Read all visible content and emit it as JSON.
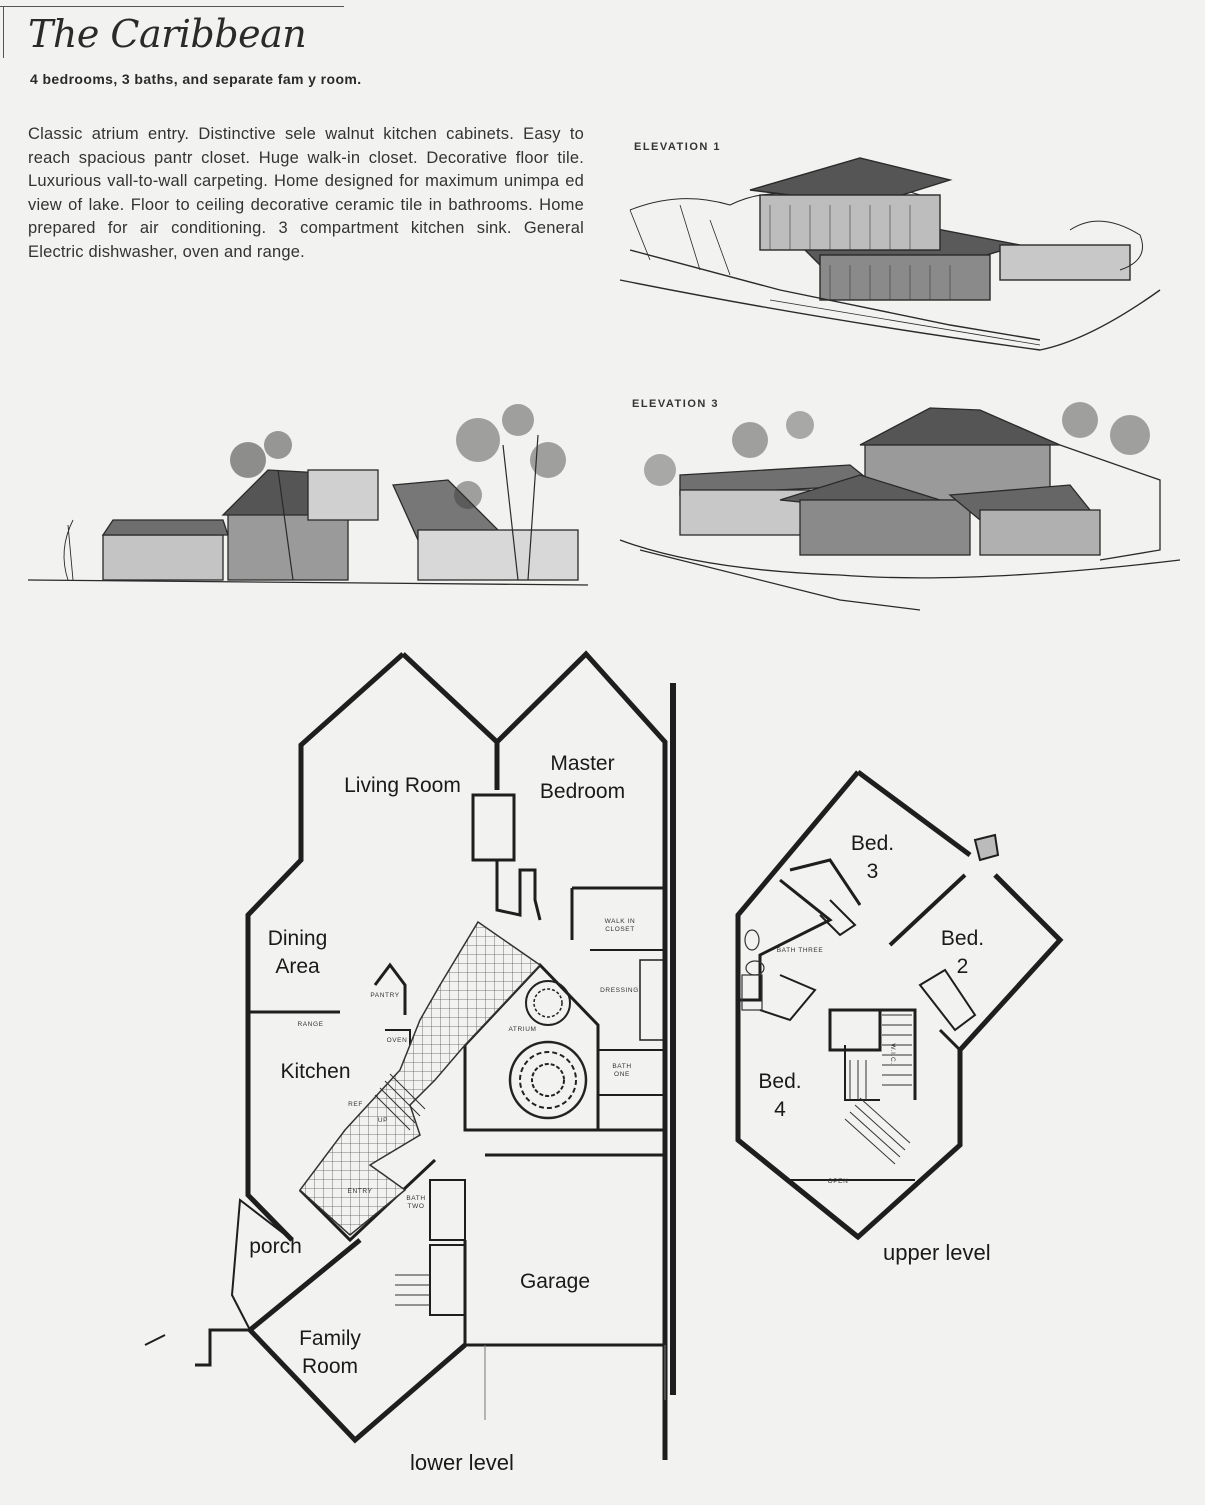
{
  "header": {
    "title": "The Caribbean",
    "subtitle": "4 bedrooms, 3 baths, and separate fam y room."
  },
  "description": "Classic atrium entry. Distinctive sele walnut kitchen cabinets. Easy to reach spacious pantr closet. Huge walk-in closet. Decorative floor tile. Luxurious vall-to-wall carpeting. Home designed for maximum unimpa ed view of lake. Floor to ceiling decorative ceramic tile in bathrooms. Home prepared for air conditioning. 3 compartment kitchen sink. General Electric dishwasher, oven and range.",
  "elevations": {
    "elevation_1": "ELEVATION 1",
    "elevation_3": "ELEVATION 3"
  },
  "lower_level": {
    "caption": "lower level",
    "rooms": {
      "living_room": "Living Room",
      "master_bedroom": "Master\nBedroom",
      "dining_area": "Dining\nArea",
      "kitchen": "Kitchen",
      "porch": "porch",
      "family_room": "Family\nRoom",
      "garage": "Garage"
    },
    "small_labels": {
      "walk_in_closet": "WALK IN\nCLOSET",
      "dressing": "DRESSING",
      "atrium": "ATRIUM",
      "bath_one": "BATH\nONE",
      "bath_two": "BATH\nTWO",
      "entry": "ENTRY",
      "pantry": "PANTRY",
      "range": "RANGE",
      "oven": "OVEN",
      "ref": "REF",
      "up": "UP"
    }
  },
  "upper_level": {
    "caption": "upper level",
    "rooms": {
      "bed_3": "Bed.\n3",
      "bed_2": "Bed.\n2",
      "bed_4": "Bed.\n4"
    },
    "small_labels": {
      "bath_three": "BATH THREE",
      "open": "OPEN",
      "walk": "W.I.C."
    }
  }
}
